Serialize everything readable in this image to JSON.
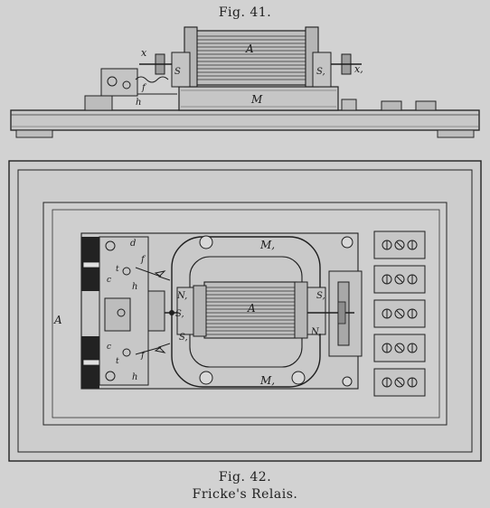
{
  "captions": {
    "fig41": "Fig. 41.",
    "fig42": "Fig. 42.",
    "subtitle": "Fricke's Relais."
  },
  "fig41_labels": {
    "coil": "A",
    "magnet": "M",
    "x_left": "x",
    "x_right": "x,",
    "s_left": "S",
    "s_right": "S,",
    "h": "h",
    "f": "f"
  },
  "fig42_labels": {
    "coil": "A",
    "m_top": "M,",
    "m_bottom": "M,",
    "n_left": "N,",
    "n_right": "N,",
    "s_left": "S,",
    "s_right": "S,",
    "s_lower": "S,",
    "c_side": "A",
    "d_top": "d",
    "f1": "f",
    "f2": "f",
    "h1": "h",
    "h2": "h",
    "c1": "c",
    "c2": "c",
    "t1": "t",
    "t2": "t"
  }
}
